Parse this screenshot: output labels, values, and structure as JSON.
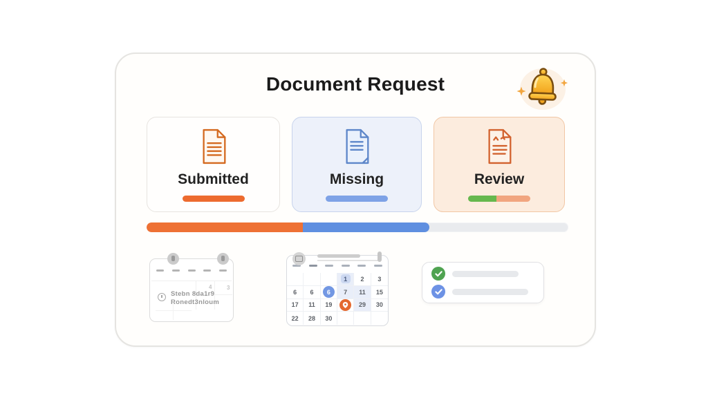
{
  "header": {
    "title": "Document Request"
  },
  "decor": {
    "bell_gold_light": "#ffd554",
    "bell_gold_dark": "#f2a41d",
    "bell_outline": "#7a4e10",
    "sparkle_color": "#f2a53e"
  },
  "status_cards": [
    {
      "label": "Submitted",
      "icon": "document-submitted-icon",
      "accent": "#d4691f",
      "card_bg": "#fffefd",
      "card_border": "#e7e4e0",
      "bar_segments": [
        {
          "color": "#ed6b2f",
          "width": "100%"
        }
      ]
    },
    {
      "label": "Missing",
      "icon": "document-missing-icon",
      "accent": "#5d86c9",
      "card_bg": "#edf1fa",
      "card_border": "#c7d3ec",
      "bar_segments": [
        {
          "color": "#7ea2e6",
          "width": "100%"
        }
      ]
    },
    {
      "label": "Review",
      "icon": "document-review-icon",
      "accent": "#d2622e",
      "card_bg": "#fcecde",
      "card_border": "#f1c6a4",
      "bar_segments": [
        {
          "color": "#66b84e",
          "width": "45%"
        },
        {
          "color": "#f1a57f",
          "width": "55%"
        }
      ]
    }
  ],
  "progress_bar": {
    "track_color": "#e9ebee",
    "segments": [
      {
        "name": "submitted",
        "color": "#ee7134",
        "width": "37%"
      },
      {
        "name": "missing",
        "color": "#5f8fe0",
        "width": "30%"
      }
    ]
  },
  "note_calendar": {
    "note_line1": "Stebn 8da1r9",
    "note_line2": "Ronedt3nloum",
    "faint_cell_1": "4",
    "faint_cell_2": "3"
  },
  "mini_calendar": {
    "rows": [
      [
        "",
        "",
        "",
        "1",
        "2",
        "3"
      ],
      [
        "6",
        "6",
        "6",
        "7",
        "11",
        "15"
      ],
      [
        "17",
        "11",
        "19",
        "",
        "29",
        "30"
      ],
      [
        "22",
        "28",
        "30",
        "",
        "",
        ""
      ]
    ],
    "selected_day": "6",
    "selected_color": "#7297e3",
    "pin_color": "#e4682f",
    "highlight_color": "#e9eef9"
  },
  "checklist": {
    "items": [
      {
        "icon": "check-icon",
        "color": "#4fa351"
      },
      {
        "icon": "check-icon",
        "color": "#6d92e5"
      }
    ]
  }
}
